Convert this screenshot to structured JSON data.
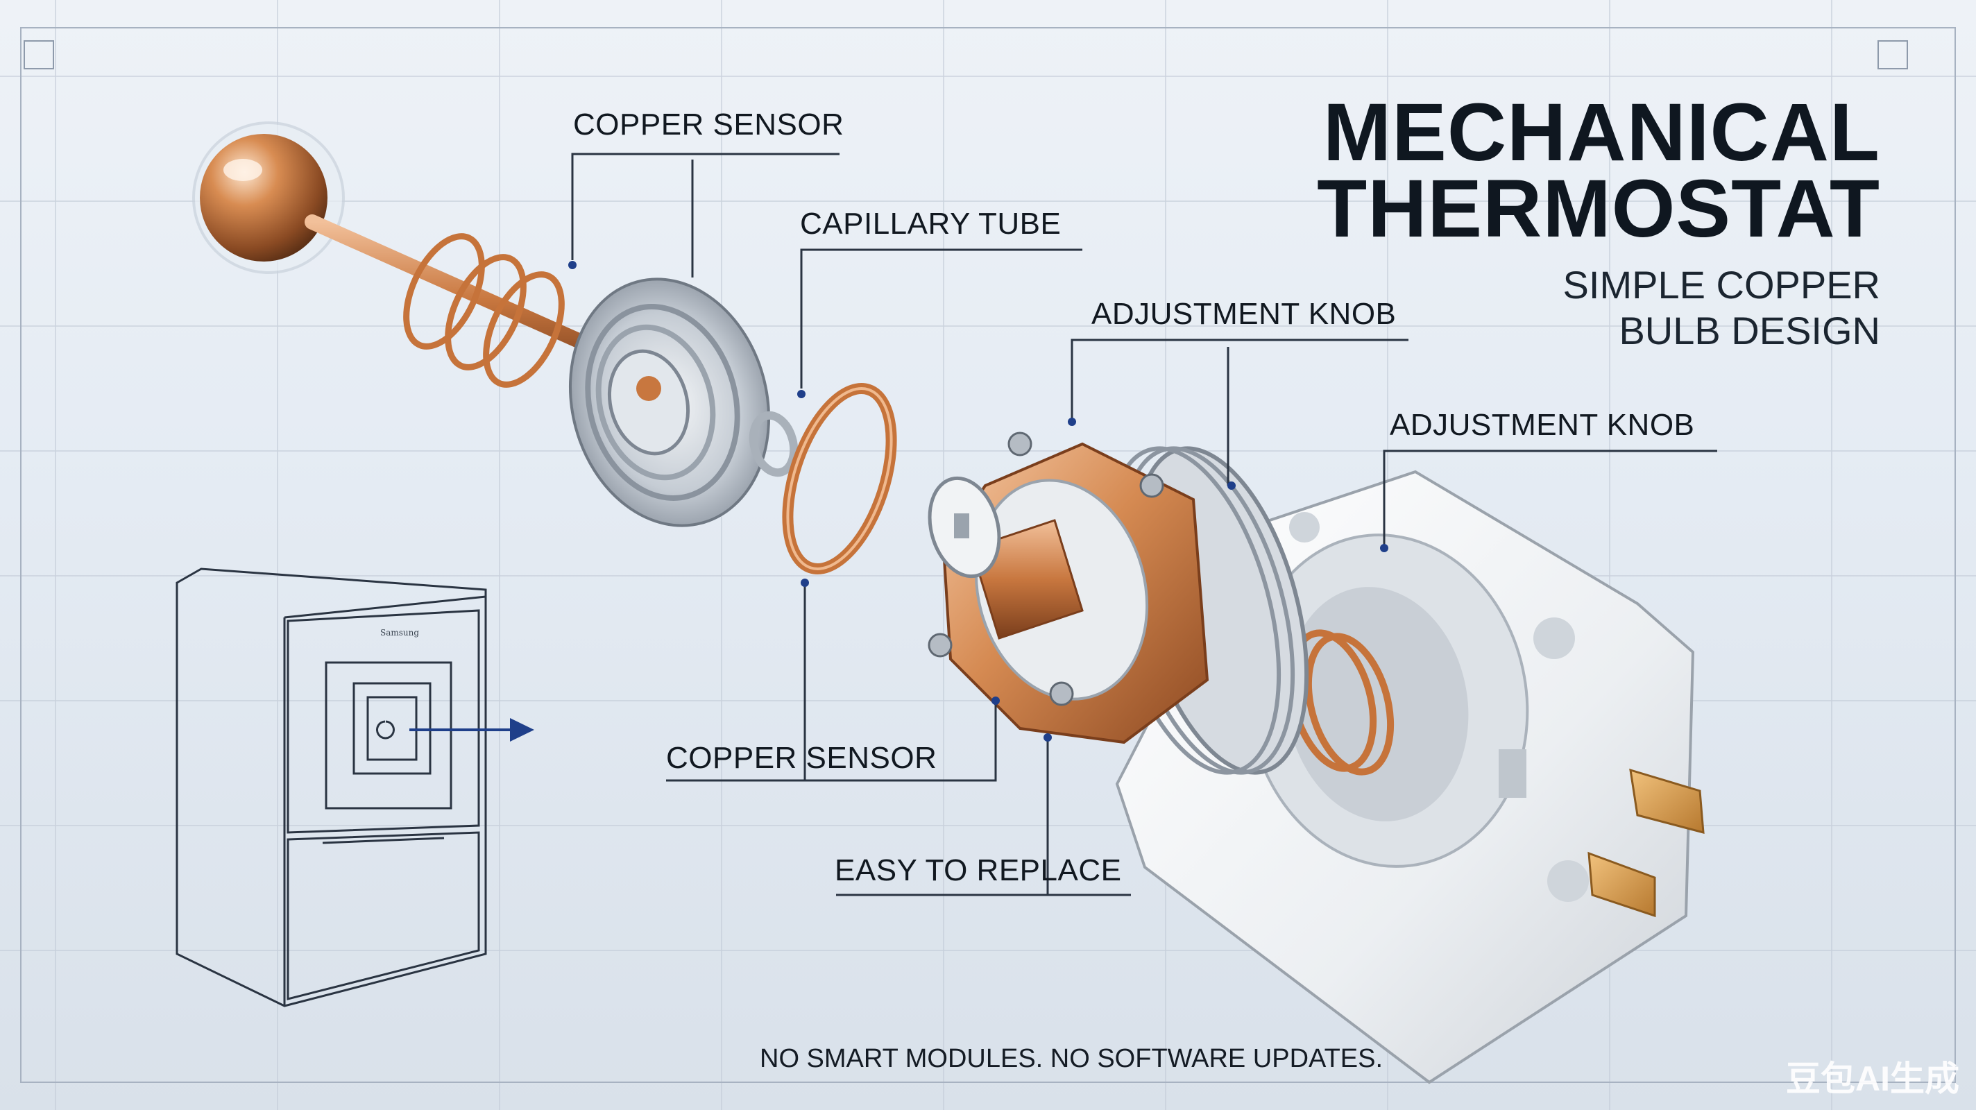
{
  "title": {
    "line1": "MECHANICAL",
    "line2": "THERMOSTAT"
  },
  "subtitle": {
    "line1": "SIMPLE COPPER",
    "line2": "BULB DESIGN"
  },
  "callouts": {
    "copper_sensor_top": "COPPER SENSOR",
    "capillary_tube": "CAPILLARY TUBE",
    "adjustment_knob_1": "ADJUSTMENT KNOB",
    "adjustment_knob_2": "ADJUSTMENT KNOB",
    "copper_sensor_bottom": "COPPER SENSOR",
    "easy_to_replace": "EASY TO REPLACE"
  },
  "footer": "NO SMART MODULES. NO SOFTWARE UPDATES.",
  "watermark": "豆包AI生成",
  "fridge_label": "Samsung",
  "colors": {
    "copper": "#c8773f",
    "callout_line": "#2a3442",
    "callout_dot": "#1f3f8a",
    "arrow": "#1f3f8a",
    "housing": "#f2f3f4",
    "steel": "#b9c0c8"
  },
  "icons": [
    "copper-bulb-icon",
    "capillary-coil-icon",
    "bellows-icon",
    "washer-icon",
    "copper-ring-icon",
    "adjustment-assembly-icon",
    "housing-icon",
    "refrigerator-icon",
    "arrow-right-icon"
  ]
}
